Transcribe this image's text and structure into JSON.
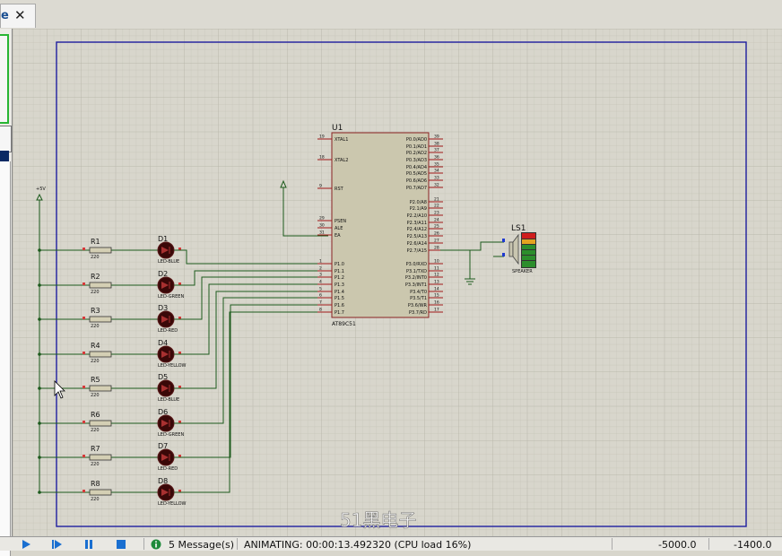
{
  "tab": {
    "label": "e",
    "close": "✕"
  },
  "schematic": {
    "mcu": {
      "ref": "U1",
      "part": "AT89C51",
      "left_pins": [
        {
          "num": "19",
          "name": "XTAL1"
        },
        {
          "num": "18",
          "name": "XTAL2"
        },
        {
          "num": "9",
          "name": "RST"
        },
        {
          "num": "29",
          "name": "PSEN"
        },
        {
          "num": "30",
          "name": "ALE"
        },
        {
          "num": "31",
          "name": "EA"
        },
        {
          "num": "1",
          "name": "P1.0"
        },
        {
          "num": "2",
          "name": "P1.1"
        },
        {
          "num": "3",
          "name": "P1.2"
        },
        {
          "num": "4",
          "name": "P1.3"
        },
        {
          "num": "5",
          "name": "P1.4"
        },
        {
          "num": "6",
          "name": "P1.5"
        },
        {
          "num": "7",
          "name": "P1.6"
        },
        {
          "num": "8",
          "name": "P1.7"
        }
      ],
      "right_pins": [
        {
          "num": "39",
          "name": "P0.0/AD0"
        },
        {
          "num": "38",
          "name": "P0.1/AD1"
        },
        {
          "num": "37",
          "name": "P0.2/AD2"
        },
        {
          "num": "36",
          "name": "P0.3/AD3"
        },
        {
          "num": "35",
          "name": "P0.4/AD4"
        },
        {
          "num": "34",
          "name": "P0.5/AD5"
        },
        {
          "num": "33",
          "name": "P0.6/AD6"
        },
        {
          "num": "32",
          "name": "P0.7/AD7"
        },
        {
          "num": "21",
          "name": "P2.0/A8"
        },
        {
          "num": "22",
          "name": "P2.1/A9"
        },
        {
          "num": "23",
          "name": "P2.2/A10"
        },
        {
          "num": "24",
          "name": "P2.3/A11"
        },
        {
          "num": "25",
          "name": "P2.4/A12"
        },
        {
          "num": "26",
          "name": "P2.5/A13"
        },
        {
          "num": "27",
          "name": "P2.6/A14"
        },
        {
          "num": "28",
          "name": "P2.7/A15"
        },
        {
          "num": "10",
          "name": "P3.0/RXD"
        },
        {
          "num": "11",
          "name": "P3.1/TXD"
        },
        {
          "num": "12",
          "name": "P3.2/INT0"
        },
        {
          "num": "13",
          "name": "P3.3/INT1"
        },
        {
          "num": "14",
          "name": "P3.4/T0"
        },
        {
          "num": "15",
          "name": "P3.5/T1"
        },
        {
          "num": "16",
          "name": "P3.6/WR"
        },
        {
          "num": "17",
          "name": "P3.7/RD"
        }
      ]
    },
    "power_label": "+5V",
    "resistors": [
      {
        "ref": "R1",
        "value": "220"
      },
      {
        "ref": "R2",
        "value": "220"
      },
      {
        "ref": "R3",
        "value": "220"
      },
      {
        "ref": "R4",
        "value": "220"
      },
      {
        "ref": "R5",
        "value": "220"
      },
      {
        "ref": "R6",
        "value": "220"
      },
      {
        "ref": "R7",
        "value": "220"
      },
      {
        "ref": "R8",
        "value": "220"
      }
    ],
    "leds": [
      {
        "ref": "D1",
        "type": "LED-BLUE"
      },
      {
        "ref": "D2",
        "type": "LED-GREEN"
      },
      {
        "ref": "D3",
        "type": "LED-RED"
      },
      {
        "ref": "D4",
        "type": "LED-YELLOW"
      },
      {
        "ref": "D5",
        "type": "LED-BLUE"
      },
      {
        "ref": "D6",
        "type": "LED-GREEN"
      },
      {
        "ref": "D7",
        "type": "LED-RED"
      },
      {
        "ref": "D8",
        "type": "LED-YELLOW"
      }
    ],
    "speaker": {
      "ref": "LS1",
      "type": "SPEAKER"
    },
    "watermark": "51黑电子"
  },
  "status": {
    "messages": "5 Message(s)",
    "animating": "ANIMATING: 00:00:13.492320 (CPU load 16%)",
    "coord_x": "-5000.0",
    "coord_y": "-1400.0"
  },
  "colors": {
    "grid_bg": "#d8d6cc",
    "wire": "#1c5a1c",
    "pin": "#a01818",
    "ic_body": "#cbc7ae",
    "border": "#1f1fa0"
  }
}
